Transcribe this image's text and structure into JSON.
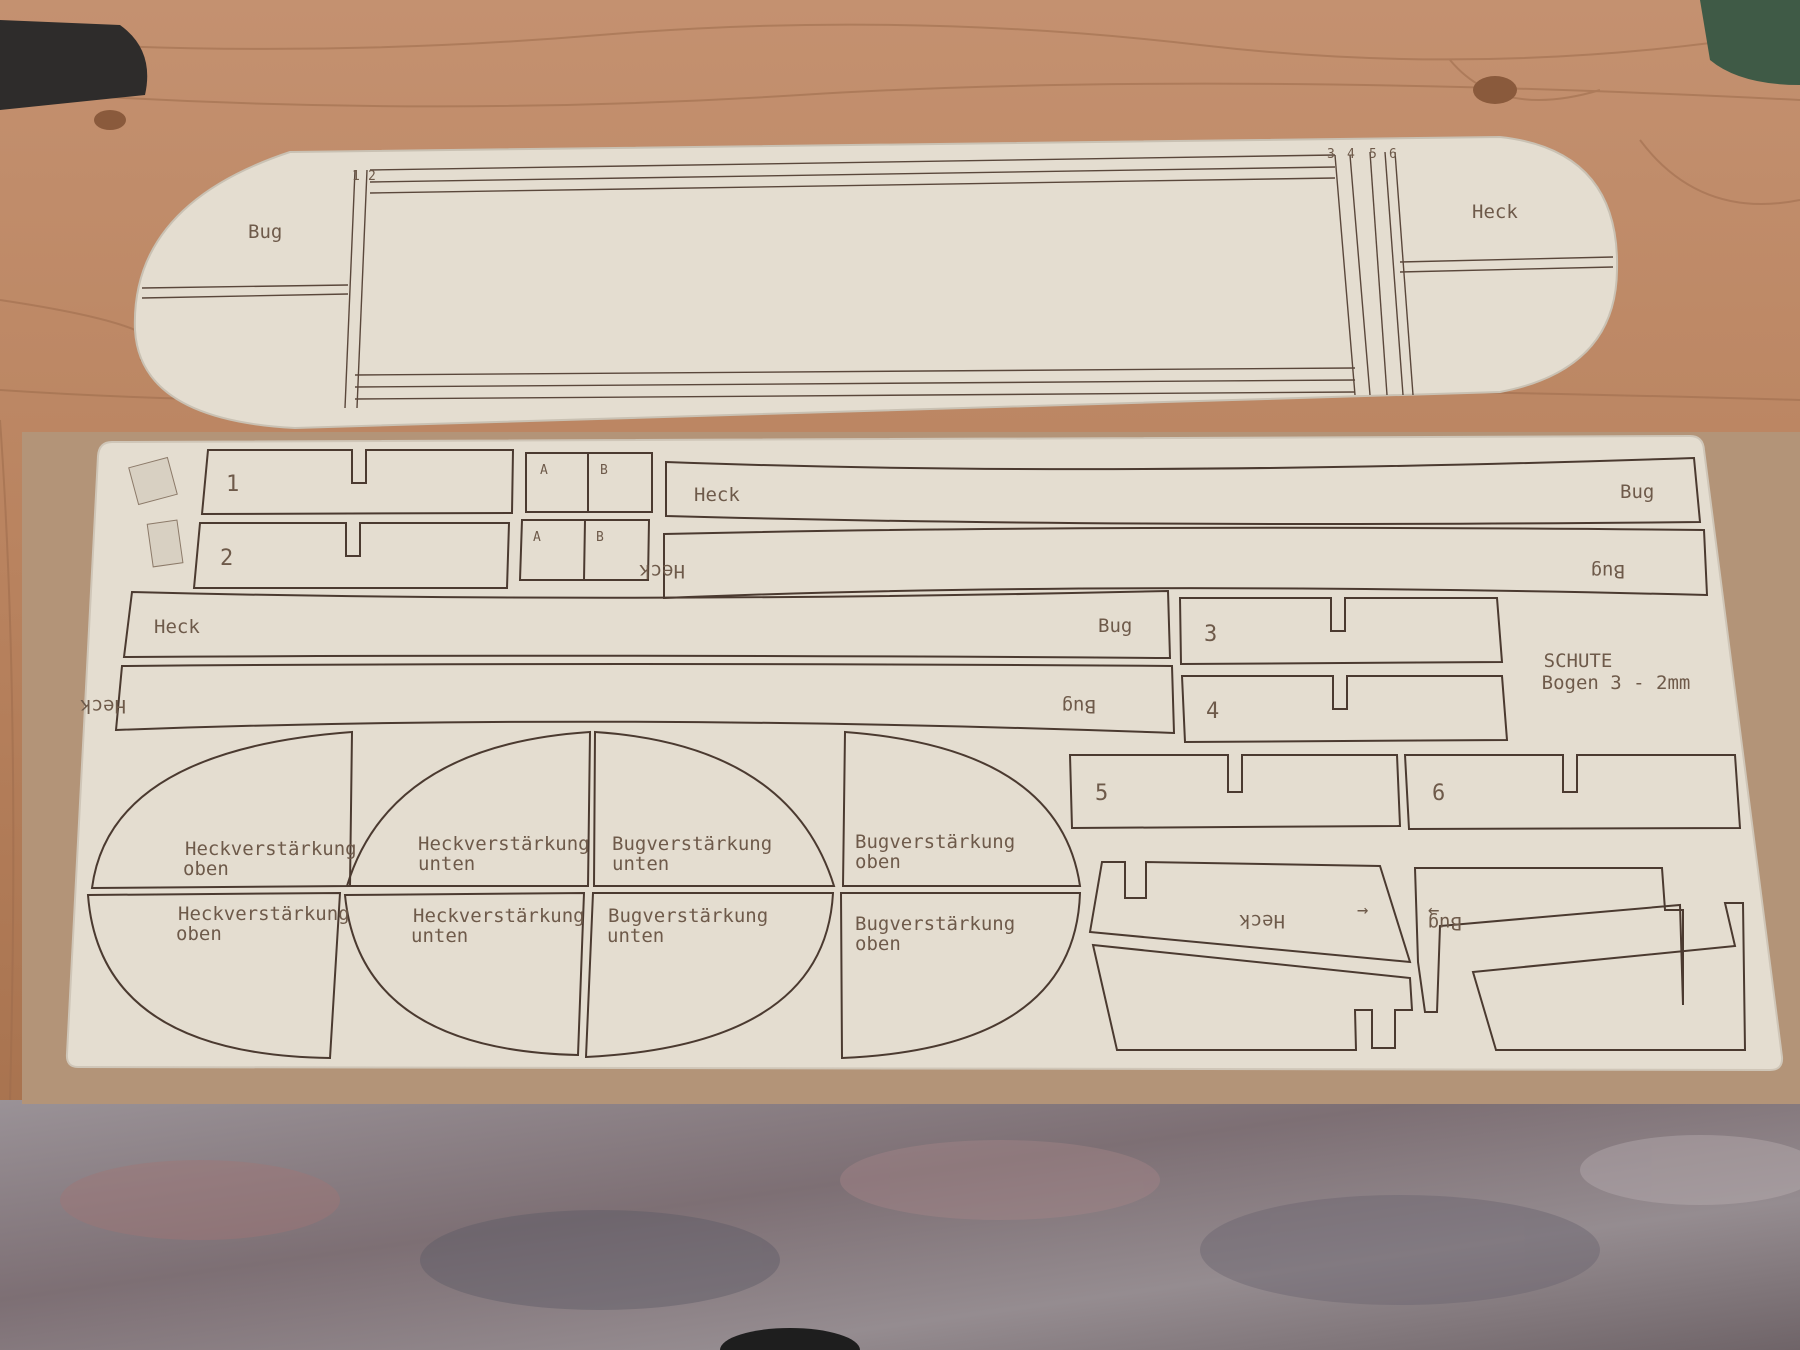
{
  "colors": {
    "wood": "#c08b67",
    "wood_dark": "#9c6a4b",
    "board": "#e4ddd0",
    "engrave": "#6e5a4a",
    "mdf": "#b39478",
    "carpet": "#8a7f83"
  },
  "top_sheet": {
    "numbers": [
      "1",
      "2",
      "3",
      "4",
      "5",
      "6"
    ],
    "label_bug": "Bug",
    "label_heck": "Heck"
  },
  "sheet": {
    "title": "SCHUTE",
    "subtitle": "Bogen 3 - 2mm",
    "tab_pieces": [
      "1",
      "2",
      "3",
      "4",
      "5",
      "6"
    ],
    "ab_labels": [
      "A",
      "B",
      "A",
      "B"
    ],
    "strips": [
      {
        "left": "Heck",
        "right": "Bug"
      },
      {
        "left": "Heck",
        "right": "Bug"
      },
      {
        "left": "Heck",
        "right": "Bug"
      },
      {
        "left": "Heck",
        "right": "Bug"
      }
    ],
    "reinforcements": [
      {
        "line1": "Heckverstärkung",
        "line2": "oben"
      },
      {
        "line1": "Heckverstärkung",
        "line2": "unten"
      },
      {
        "line1": "Bugverstärkung",
        "line2": "unten"
      },
      {
        "line1": "Bugverstärkung",
        "line2": "oben"
      },
      {
        "line1": "Heckverstärkung",
        "line2": "oben"
      },
      {
        "line1": "Heckverstärkung",
        "line2": "unten"
      },
      {
        "line1": "Bugverstärkung",
        "line2": "unten"
      },
      {
        "line1": "Bugverstärkung",
        "line2": "oben"
      }
    ],
    "side_labels": {
      "heck": "Heck",
      "bug": "Bug",
      "arrow_right": "→",
      "arrow_left": "←"
    }
  }
}
